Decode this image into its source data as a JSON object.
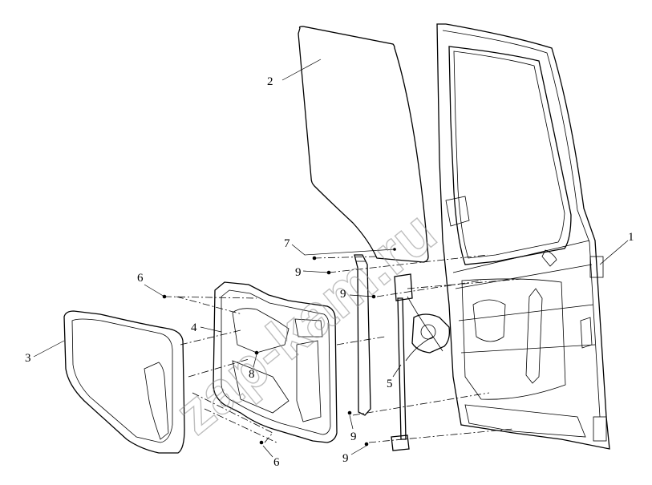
{
  "labels": {
    "l1": "1",
    "l2": "2",
    "l3": "3",
    "l4": "4",
    "l5": "5",
    "l6a": "6",
    "l6b": "6",
    "l7": "7",
    "l8": "8",
    "l9a": "9",
    "l9b": "9",
    "l9c": "9",
    "l9d": "9"
  },
  "watermark": "zap-kam.ru"
}
